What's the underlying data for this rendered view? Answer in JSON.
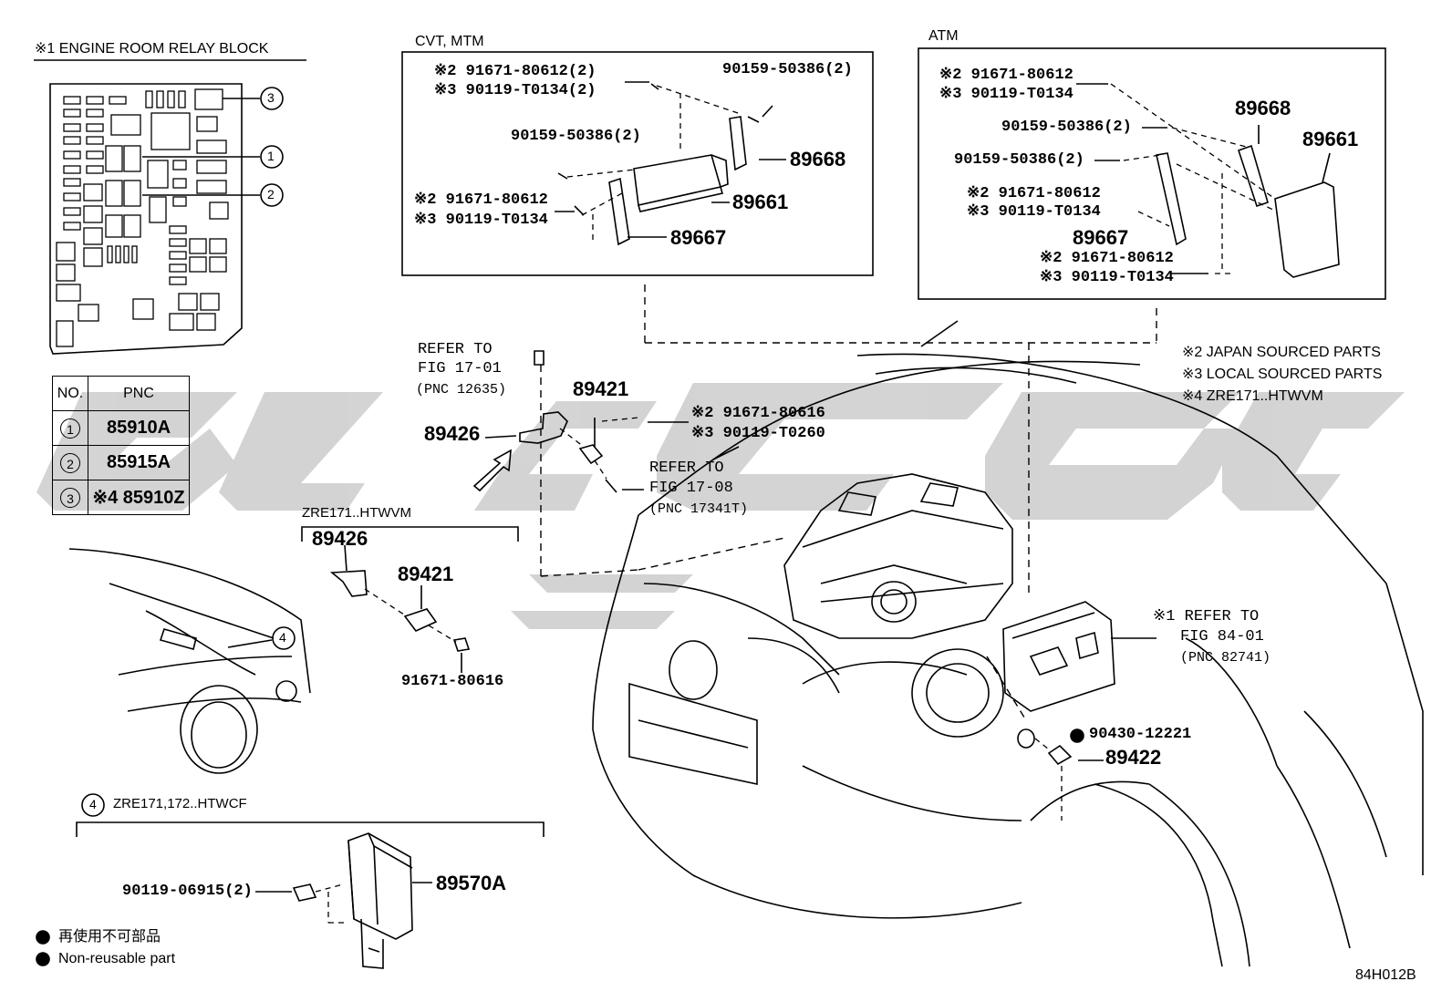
{
  "relay_block": {
    "title": "※1 ENGINE ROOM RELAY BLOCK",
    "callouts": [
      "3",
      "1",
      "2"
    ]
  },
  "pnc_table": {
    "headers": [
      "NO.",
      "PNC"
    ],
    "rows": [
      {
        "no": "1",
        "pnc": "85910A"
      },
      {
        "no": "2",
        "pnc": "85915A"
      },
      {
        "no": "3",
        "pnc": "※4 85910Z"
      }
    ]
  },
  "cvt_box": {
    "title": "CVT, MTM",
    "labels": {
      "top_a": "※2 91671-80612(2)",
      "top_b": "※3 90119-T0134(2)",
      "bolt_right": "90159-50386(2)",
      "bolt_left": "90159-50386(2)",
      "mid_a": "※2 91671-80612",
      "mid_b": "※3 90119-T0134",
      "p89668": "89668",
      "p89661": "89661",
      "p89667": "89667"
    }
  },
  "atm_box": {
    "title": "ATM",
    "labels": {
      "top_a": "※2 91671-80612",
      "top_b": "※3 90119-T0134",
      "bolt1": "90159-50386(2)",
      "bolt2": "90159-50386(2)",
      "mid_a": "※2 91671-80612",
      "mid_b": "※3 90119-T0134",
      "bot_a": "※2 91671-80612",
      "bot_b": "※3 90119-T0134",
      "p89668": "89668",
      "p89661": "89661",
      "p89667": "89667"
    }
  },
  "notes": {
    "n2": "※2 JAPAN SOURCED PARTS",
    "n3": "※3 LOCAL SOURCED PARTS",
    "n4": "※4 ZRE171..HTWVM"
  },
  "center": {
    "refer1_a": "REFER TO",
    "refer1_b": "FIG 17-01",
    "refer1_c": "(PNC 12635)",
    "p89421": "89421",
    "p89426": "89426",
    "bolt_a": "※2 91671-80616",
    "bolt_b": "※3 90119-T0260",
    "refer2_a": "REFER TO",
    "refer2_b": "FIG 17-08",
    "refer2_c": "(PNC 17341T)"
  },
  "zre_box": {
    "title": "ZRE171..HTWVM",
    "p89426": "89426",
    "p89421": "89421",
    "bolt": "91671-80616"
  },
  "right_refs": {
    "refer_a": "※1 REFER TO",
    "refer_b": "FIG 84-01",
    "refer_c": "(PNC 82741)",
    "gasket": "90430-12221",
    "p89422": "89422"
  },
  "car_callout": "4",
  "htwcf_box": {
    "callout": "4",
    "title": "ZRE171,172..HTWCF",
    "bolt": "90119-06915(2)",
    "module": "89570A"
  },
  "legend": {
    "jp": "再使用不可部品",
    "en": "Non-reusable part"
  },
  "figure_code": "84H012B"
}
